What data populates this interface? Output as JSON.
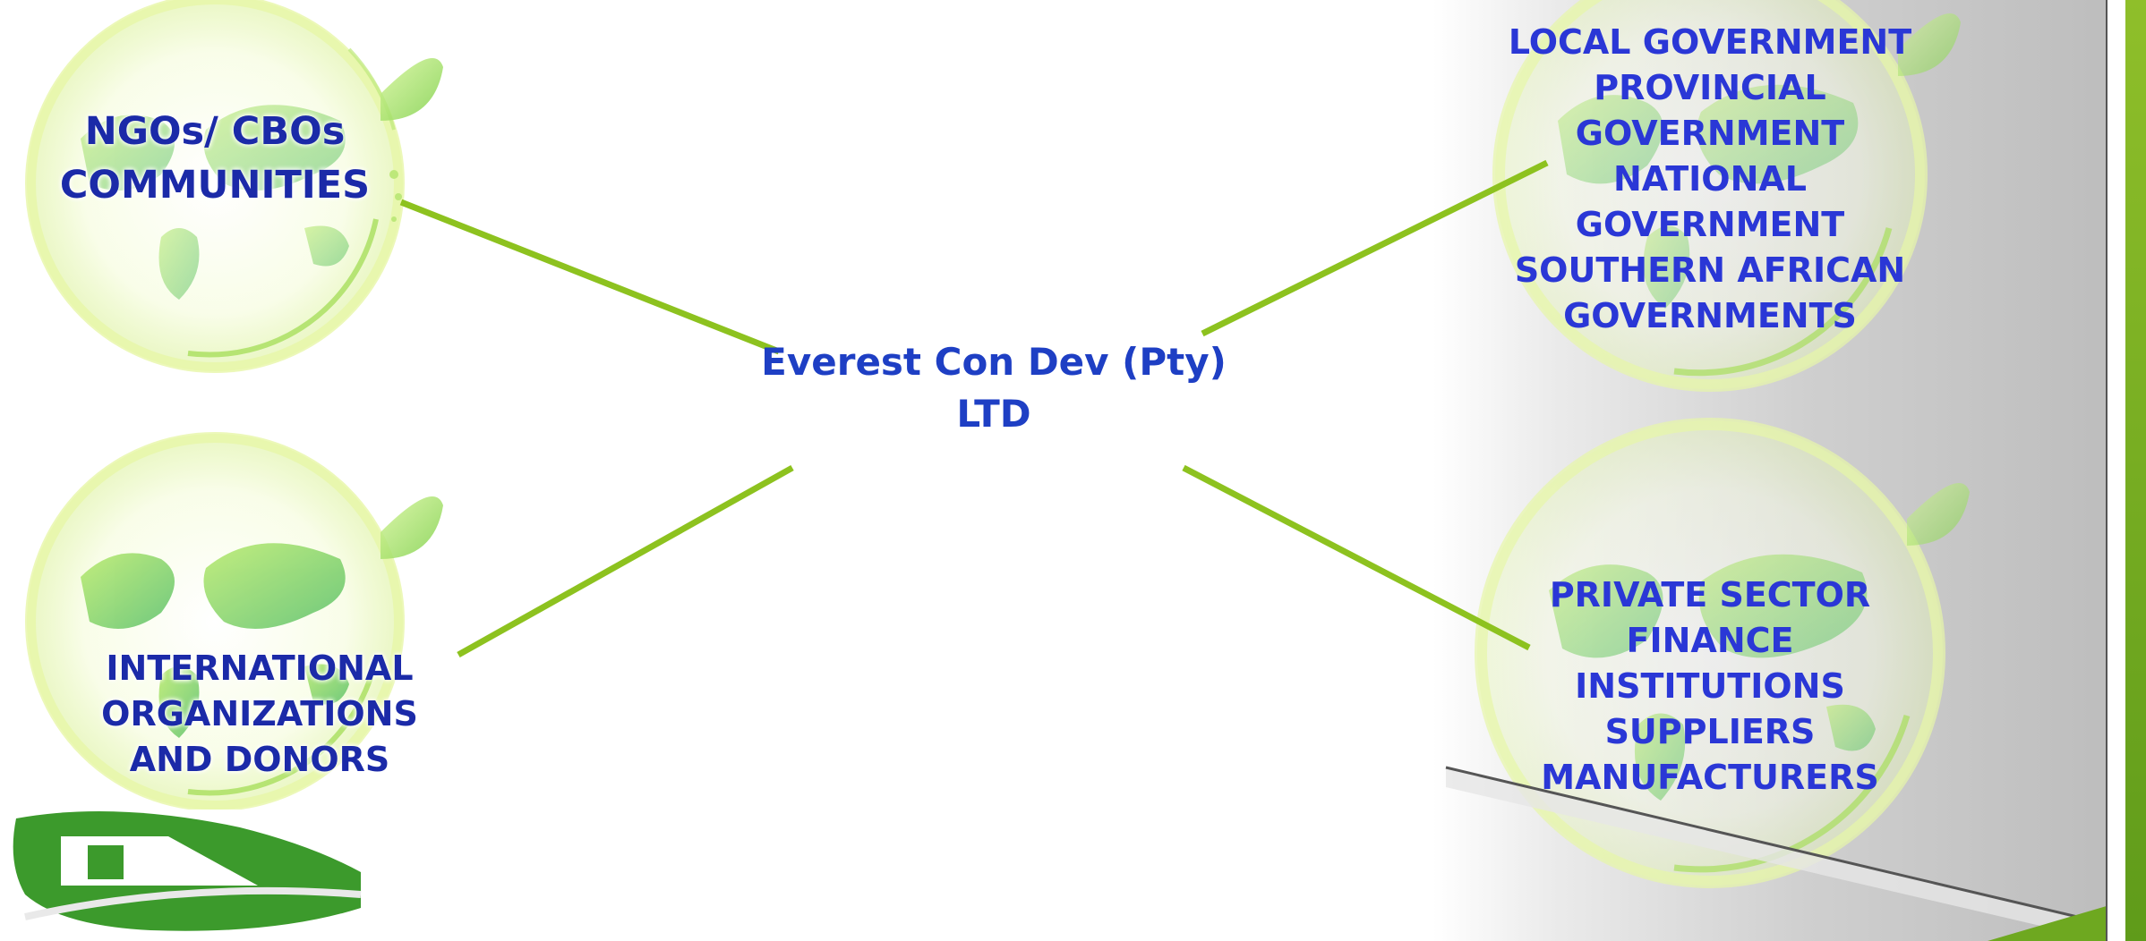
{
  "center": {
    "label": "Everest Con Dev (Pty)\nLTD"
  },
  "nodes": {
    "top_left": "NGOs/ CBOs\nCOMMUNITIES",
    "bottom_left": "INTERNATIONAL\nORGANIZATIONS\nAND DONORS",
    "top_right": "LOCAL GOVERNMENT\nPROVINCIAL\nGOVERNMENT\nNATIONAL\nGOVERNMENT\nSOUTHERN AFRICAN\nGOVERNMENTS",
    "bottom_right": "PRIVATE SECTOR\nFINANCE\nINSTITUTIONS\nSUPPLIERS\nMANUFACTURERS"
  },
  "colors": {
    "connector": "#8dc21f",
    "node_text": "#2a37d6",
    "center_text": "#1e3fc4",
    "globe_green": "#7ccf3c"
  },
  "icons": {
    "globe": "globe-icon",
    "logo": "house-leaf-logo"
  }
}
